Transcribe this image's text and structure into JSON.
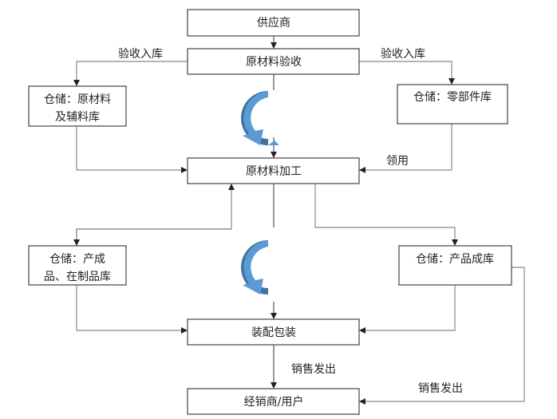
{
  "nodes": {
    "supplier": "供应商",
    "inspection": "原材料验收",
    "raw_storage_line1": "仓储：原材料",
    "raw_storage_line2": "及辅料库",
    "parts_storage": "仓储：零部件库",
    "processing": "原材料加工",
    "wip_storage_line1": "仓储：产成",
    "wip_storage_line2": "品、在制品库",
    "finished_storage": "仓储：产品成库",
    "assembly": "装配包装",
    "customer": "经销商/用户"
  },
  "edge_labels": {
    "inbound_left": "验收入库",
    "inbound_right": "验收入库",
    "requisition": "领用",
    "sales_center": "销售发出",
    "sales_right": "销售发出"
  },
  "colors": {
    "cycle_dark": "#41719c",
    "cycle_light": "#5b9bd5"
  }
}
